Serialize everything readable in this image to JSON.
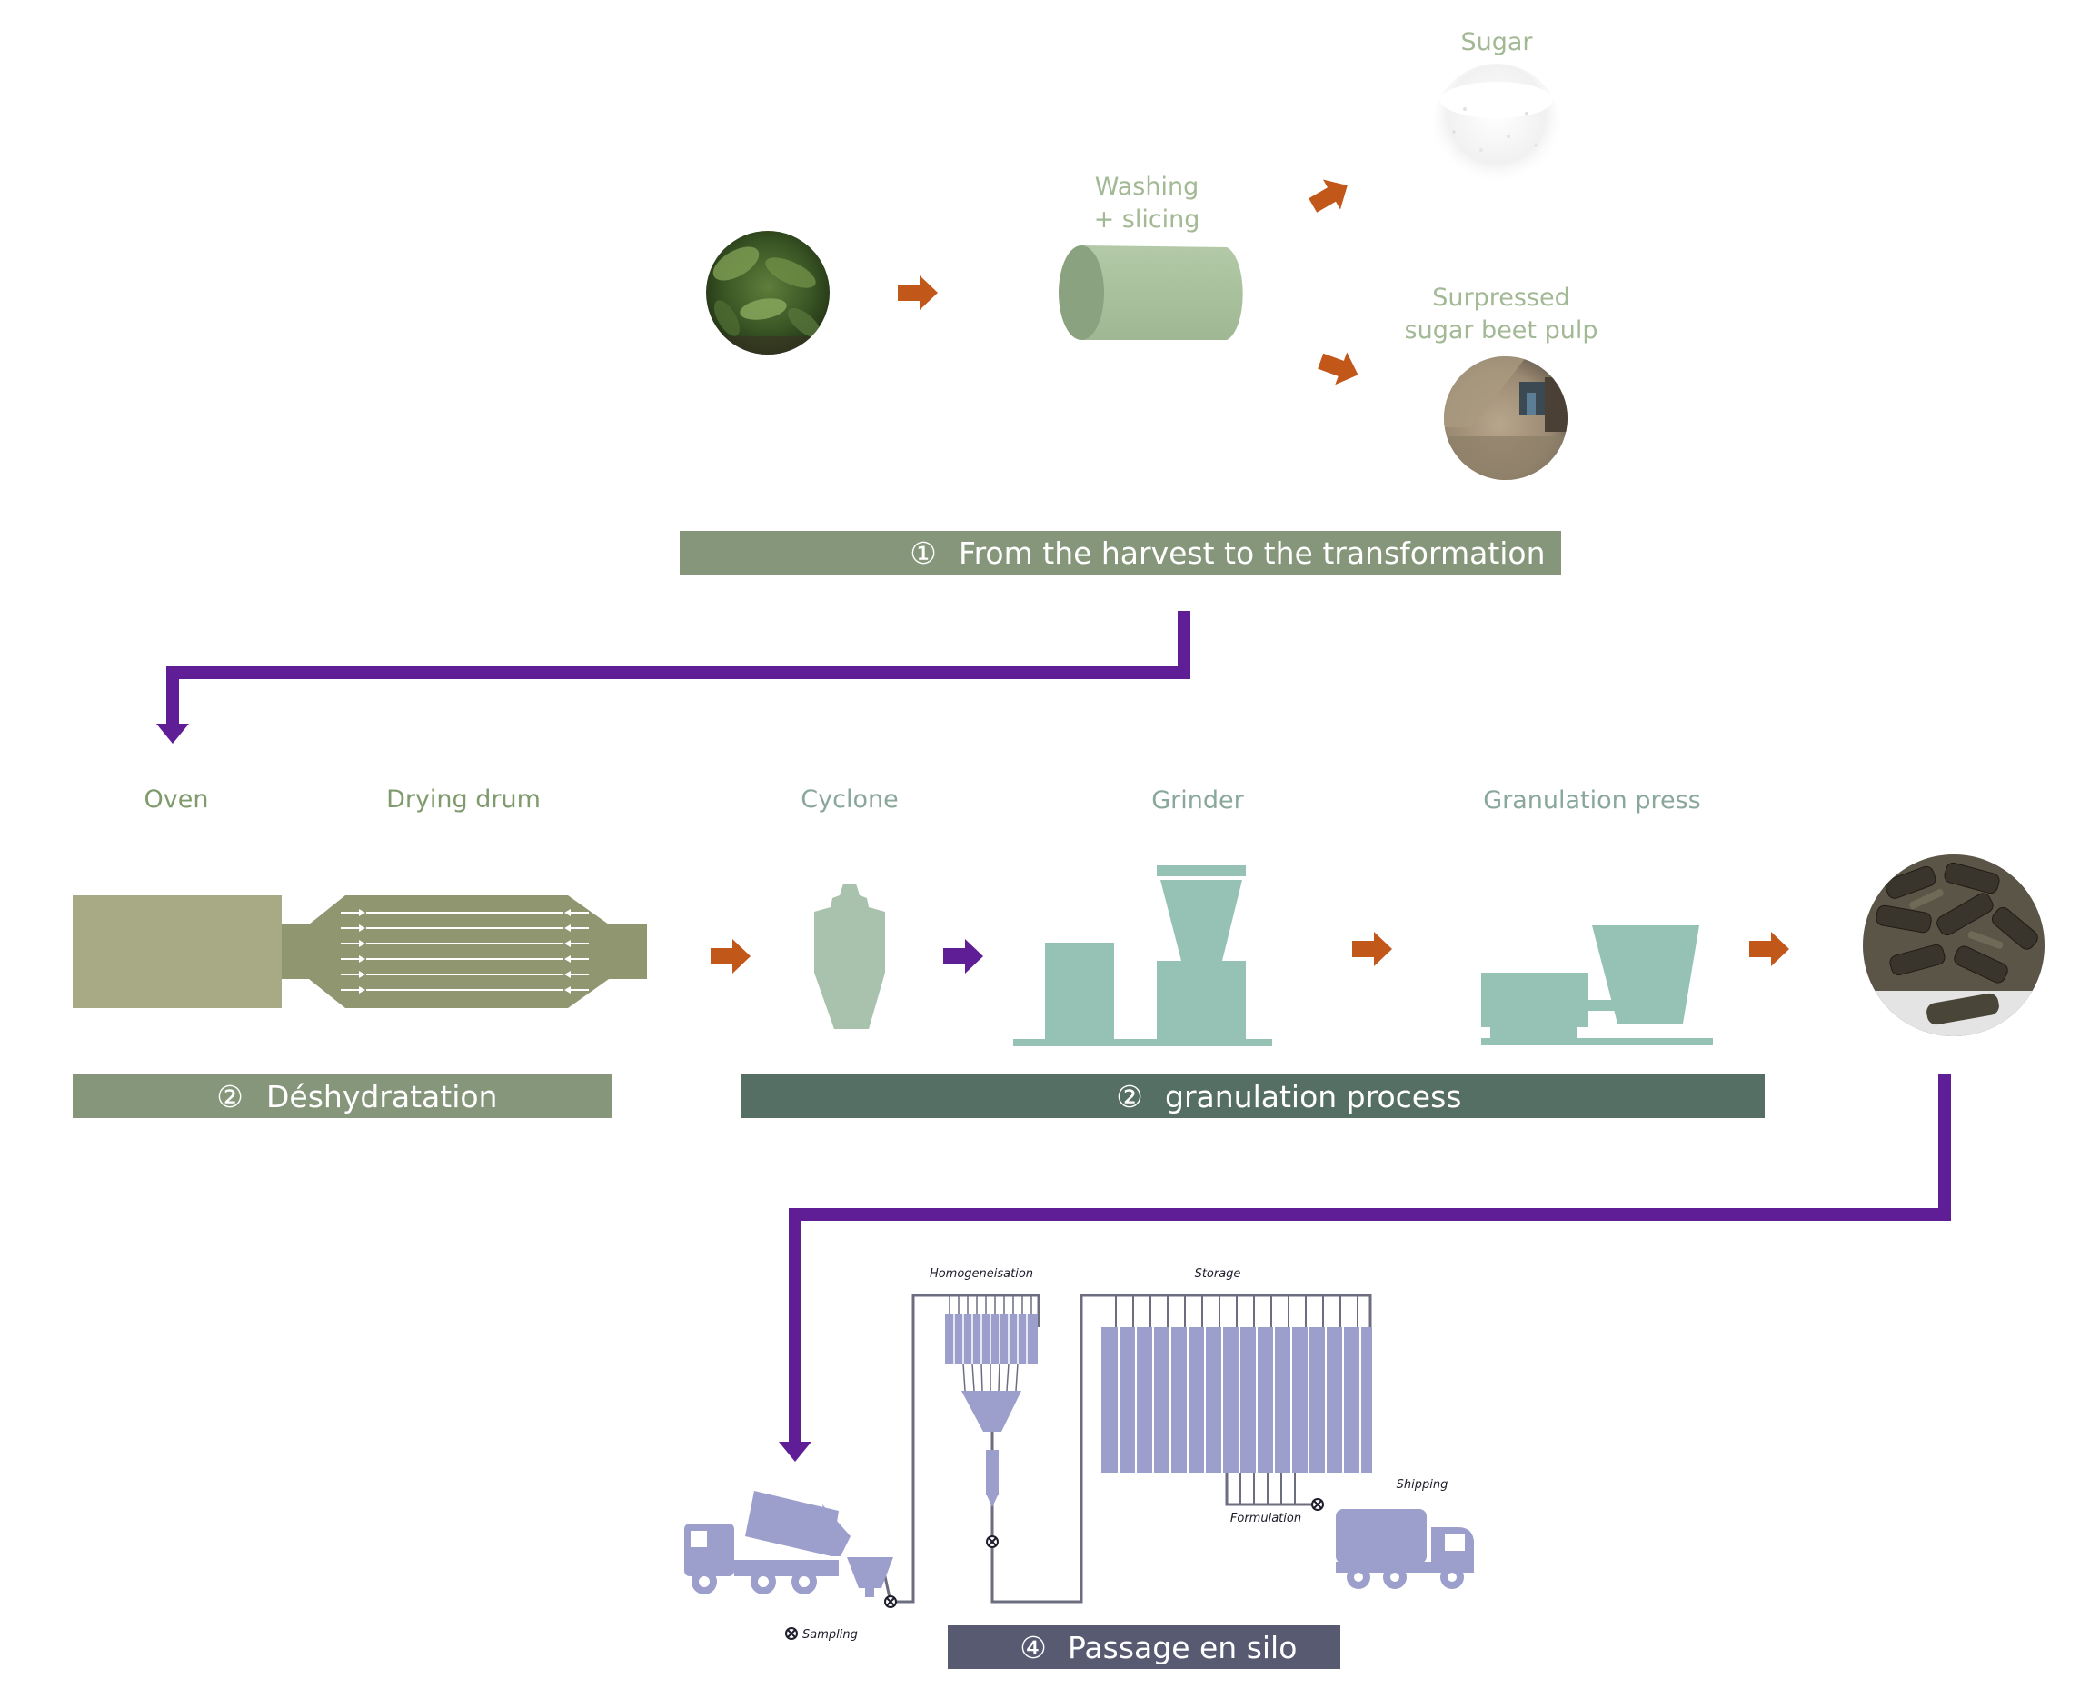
{
  "colors": {
    "orange_arrow": "#c2571a",
    "purple": "#5f1e96",
    "stage1_bar": "#86967a",
    "stage2a_bar": "#86967a",
    "stage2b_bar": "#566f64",
    "stage4_bar": "#585a72",
    "washer": "#a8bf9c",
    "drum": "#8f9670",
    "oven": "#a8aa86",
    "machine_teal": "#96c2b5",
    "silo_lavender": "#9c9fcb"
  },
  "stage1": {
    "labels": {
      "sugar": "Sugar",
      "washing_line1": "Washing",
      "washing_line2": "+ slicing",
      "pulp_line1": "Surpressed",
      "pulp_line2": "sugar beet pulp"
    },
    "bar_number": "①",
    "bar_title": "From the harvest to the transformation",
    "icons": [
      "sugar-beet-field-photo",
      "washing-drum-icon",
      "sugar-pile-photo",
      "beet-pulp-photo"
    ]
  },
  "stage2": {
    "labels": {
      "oven": "Oven",
      "drying_drum": "Drying drum",
      "cyclone": "Cyclone",
      "grinder": "Grinder",
      "granulation_press": "Granulation press"
    },
    "bar_a_number": "②",
    "bar_a_title": "Déshydratation",
    "bar_b_number": "②",
    "bar_b_title": "granulation process",
    "icons": [
      "oven-icon",
      "drying-drum-icon",
      "cyclone-icon",
      "grinder-icon",
      "granulation-press-icon",
      "pellets-photo"
    ]
  },
  "stage4": {
    "labels": {
      "homogeneisation": "Homogeneisation",
      "storage": "Storage",
      "shipping": "Shipping",
      "formulation": "Formulation",
      "sampling": "Sampling"
    },
    "bar_number": "④",
    "bar_title": "Passage en silo",
    "icons": [
      "tipper-truck-icon",
      "hopper-icon",
      "homogeneisation-silo-icon",
      "storage-silos-icon",
      "tanker-truck-icon",
      "valve-icon"
    ]
  }
}
